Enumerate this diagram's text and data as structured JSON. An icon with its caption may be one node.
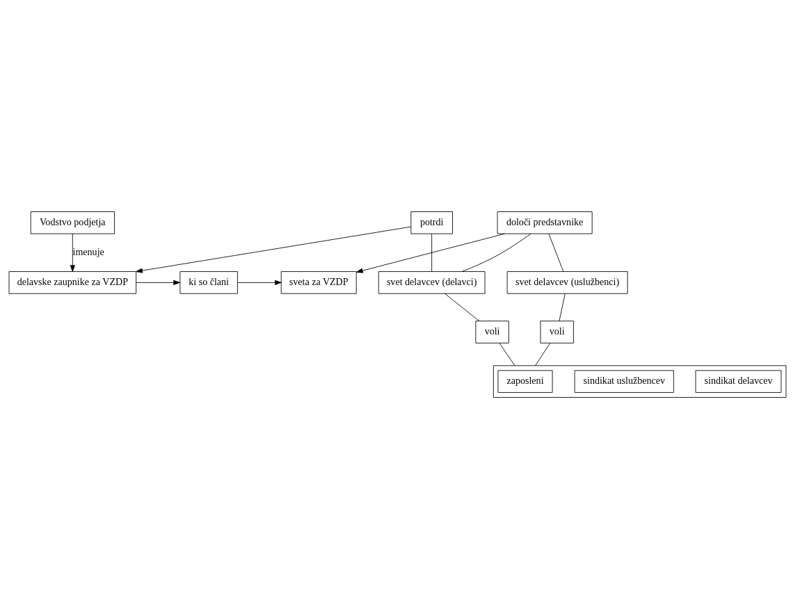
{
  "diagram": {
    "nodes": [
      {
        "text": [
          "Vodstvo podjetja"
        ]
      },
      {
        "text": [
          "delavske zaupnike za VZDP"
        ]
      },
      {
        "text": [
          "ki so člani"
        ]
      },
      {
        "text": [
          "sveta za VZDP"
        ]
      },
      {
        "text": [
          "določi predstavnike"
        ]
      },
      {
        "text": [
          "potrdi"
        ]
      },
      {
        "text": [
          "svet delavcev (delavci)"
        ]
      },
      {
        "text": [
          "svet delavcev (uslužbenci)"
        ]
      },
      {
        "text": [
          "voli"
        ]
      },
      {
        "text": [
          "voli"
        ]
      },
      {
        "text": [],
        "shape": "box"
      },
      {
        "text": [
          "sindikat delavcev"
        ],
        "in": 10
      },
      {
        "text": [
          "sindikat uslužbencev"
        ],
        "in": 10
      },
      {
        "text": [
          "zaposleni"
        ],
        "in": 10
      }
    ],
    "edges": [
      {
        "from": 0,
        "to": 1,
        "arrow": "to",
        "label": "imenuje"
      },
      {
        "from": 1,
        "to": 2,
        "arrow": "to"
      },
      {
        "from": 2,
        "to": 3,
        "arrow": "to"
      },
      {
        "from": 4,
        "to": 3,
        "arrow": "to"
      },
      {
        "from": 5,
        "to": 1,
        "arrow": "to"
      },
      {
        "from": 5,
        "to": 6,
        "arrow": "none"
      },
      {
        "from": 4,
        "to": 6,
        "arrow": "none"
      },
      {
        "from": 4,
        "to": 7,
        "arrow": "none"
      },
      {
        "from": 6,
        "to": 8,
        "arrow": "none"
      },
      {
        "from": 7,
        "to": 9,
        "arrow": "none"
      },
      {
        "from": 8,
        "to": 10,
        "arrow": "none"
      },
      {
        "from": 9,
        "to": 10,
        "arrow": "none"
      }
    ]
  }
}
